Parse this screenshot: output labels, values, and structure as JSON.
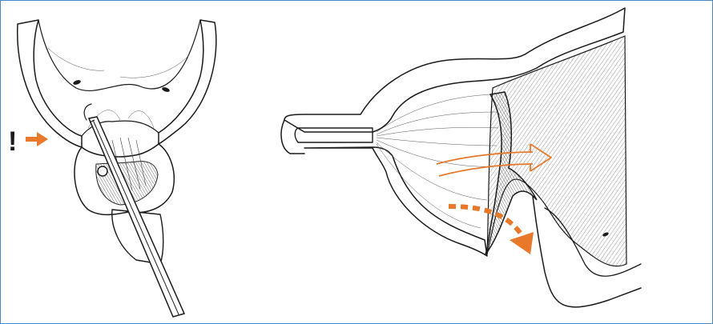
{
  "warning_mark": "!",
  "colors": {
    "frame_border": "#4a86c8",
    "arrow_orange": "#e8782a",
    "ink": "#1a1a1a"
  },
  "figures": {
    "left": {
      "arrow": "solid-right-arrow"
    },
    "right": {
      "arrows": [
        "outlined-right-arrow",
        "dashed-curved-down-arrow"
      ]
    }
  }
}
